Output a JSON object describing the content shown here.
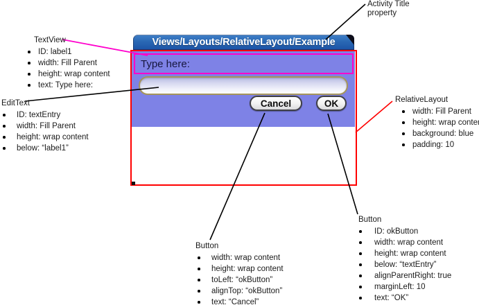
{
  "colors": {
    "titlebar_top": "#4080c8",
    "titlebar_bottom": "#1c53a6",
    "content_bg": "#7e82e6",
    "annotation_red": "#ff0000",
    "annotation_pink": "#ff00cc",
    "line_black": "#000000"
  },
  "app": {
    "title": "Views/Layouts/RelativeLayout/Example",
    "textview_label": "Type here:",
    "edittext": {
      "value": ""
    },
    "buttons": {
      "cancel": "Cancel",
      "ok": "OK"
    }
  },
  "annotations": {
    "activity_title": {
      "label": "Activity Title property"
    },
    "textview": {
      "heading": "TextView",
      "items": [
        "ID: label1",
        "width: Fill Parent",
        "height: wrap content",
        "text: Type here:"
      ]
    },
    "edittext": {
      "heading": "EditText",
      "items": [
        "ID: textEntry",
        "width: Fill Parent",
        "height: wrap content",
        "below: “label1”"
      ]
    },
    "relative_layout": {
      "heading": "RelativeLayout",
      "items": [
        "width: Fill Parent",
        "height: wrap content",
        "background: blue",
        "padding: 10"
      ]
    },
    "cancel_button": {
      "heading": "Button",
      "items": [
        "width: wrap content",
        "height: wrap content",
        "toLeft: “okButton”",
        "alignTop: “okButton”",
        "text: “Cancel”"
      ]
    },
    "ok_button": {
      "heading": "Button",
      "items": [
        "ID: okButton",
        "width: wrap content",
        "height: wrap content",
        "below: “textEntry”",
        "alignParentRight: true",
        "marginLeft: 10",
        "text: “OK”"
      ]
    }
  }
}
